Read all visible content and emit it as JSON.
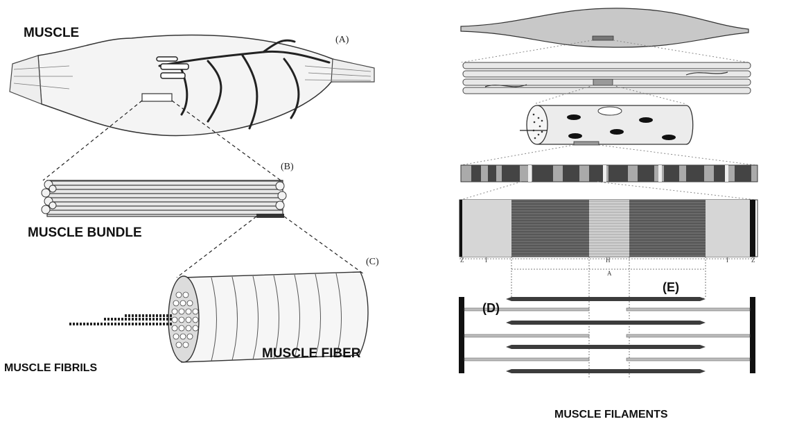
{
  "left_panel": {
    "muscle_label": "MUSCLE",
    "tag_a": "(A)",
    "tag_b": "(B)",
    "tag_c": "(C)",
    "bundle_label": "MUSCLE BUNDLE",
    "fiber_label": "MUSCLE FIBER",
    "fibrils_label": "MUSCLE FIBRILS"
  },
  "right_panel": {
    "tag_d": "(D)",
    "tag_e": "(E)",
    "filaments_label": "MUSCLE FILAMENTS",
    "band_letters": {
      "z_left": "Z",
      "i_left": "I",
      "h": "H",
      "a": "A",
      "i_right": "I",
      "z_right": "Z"
    }
  },
  "colors": {
    "ink": "#1a1a1a",
    "sketch": "#444444",
    "dark_band": "#555555",
    "light_band": "#d6d6d6",
    "background": "#ffffff"
  }
}
